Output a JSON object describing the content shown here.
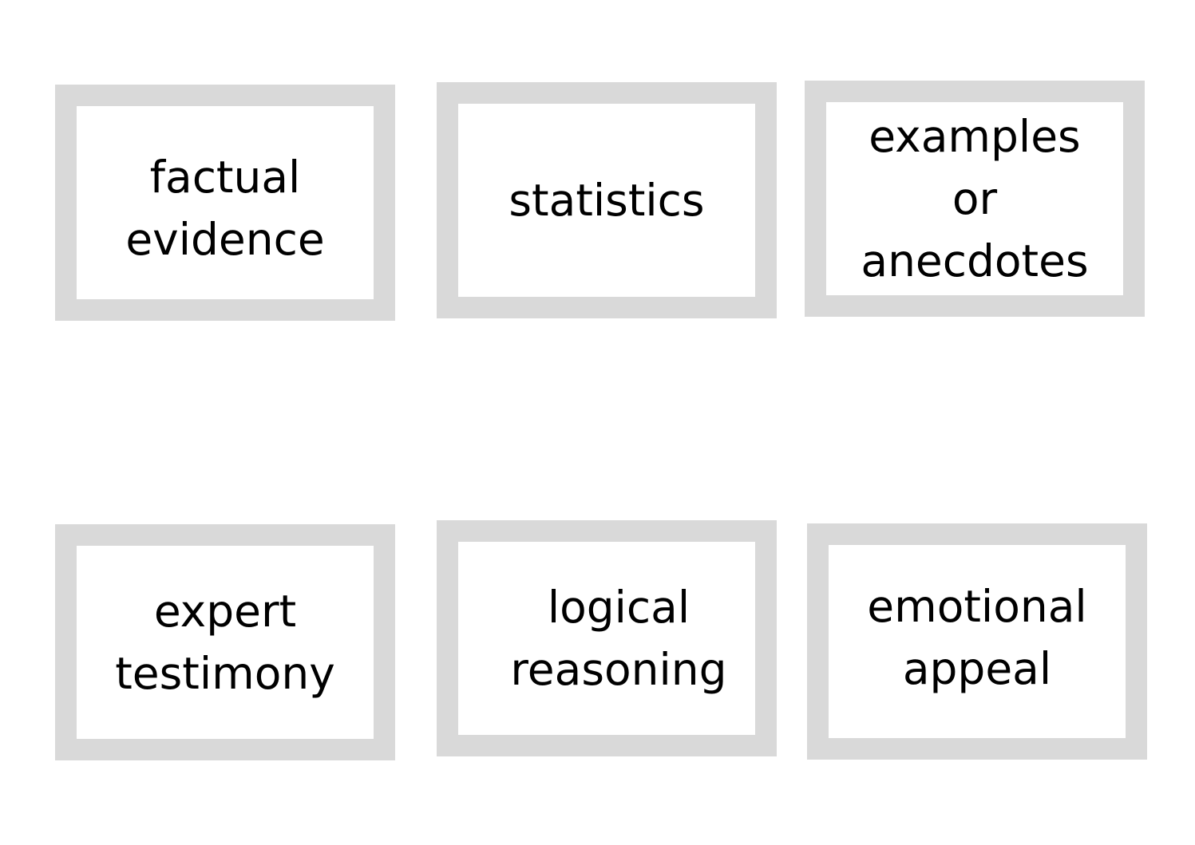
{
  "cards": [
    {
      "label": "factual\nevidence"
    },
    {
      "label": "statistics"
    },
    {
      "label": "examples\nor\nanecdotes"
    },
    {
      "label": "expert\ntestimony"
    },
    {
      "label": "logical\nreasoning"
    },
    {
      "label": "emotional\nappeal"
    }
  ],
  "colors": {
    "card_border": "#d9d9d9",
    "card_background": "#ffffff",
    "text": "#000000"
  }
}
